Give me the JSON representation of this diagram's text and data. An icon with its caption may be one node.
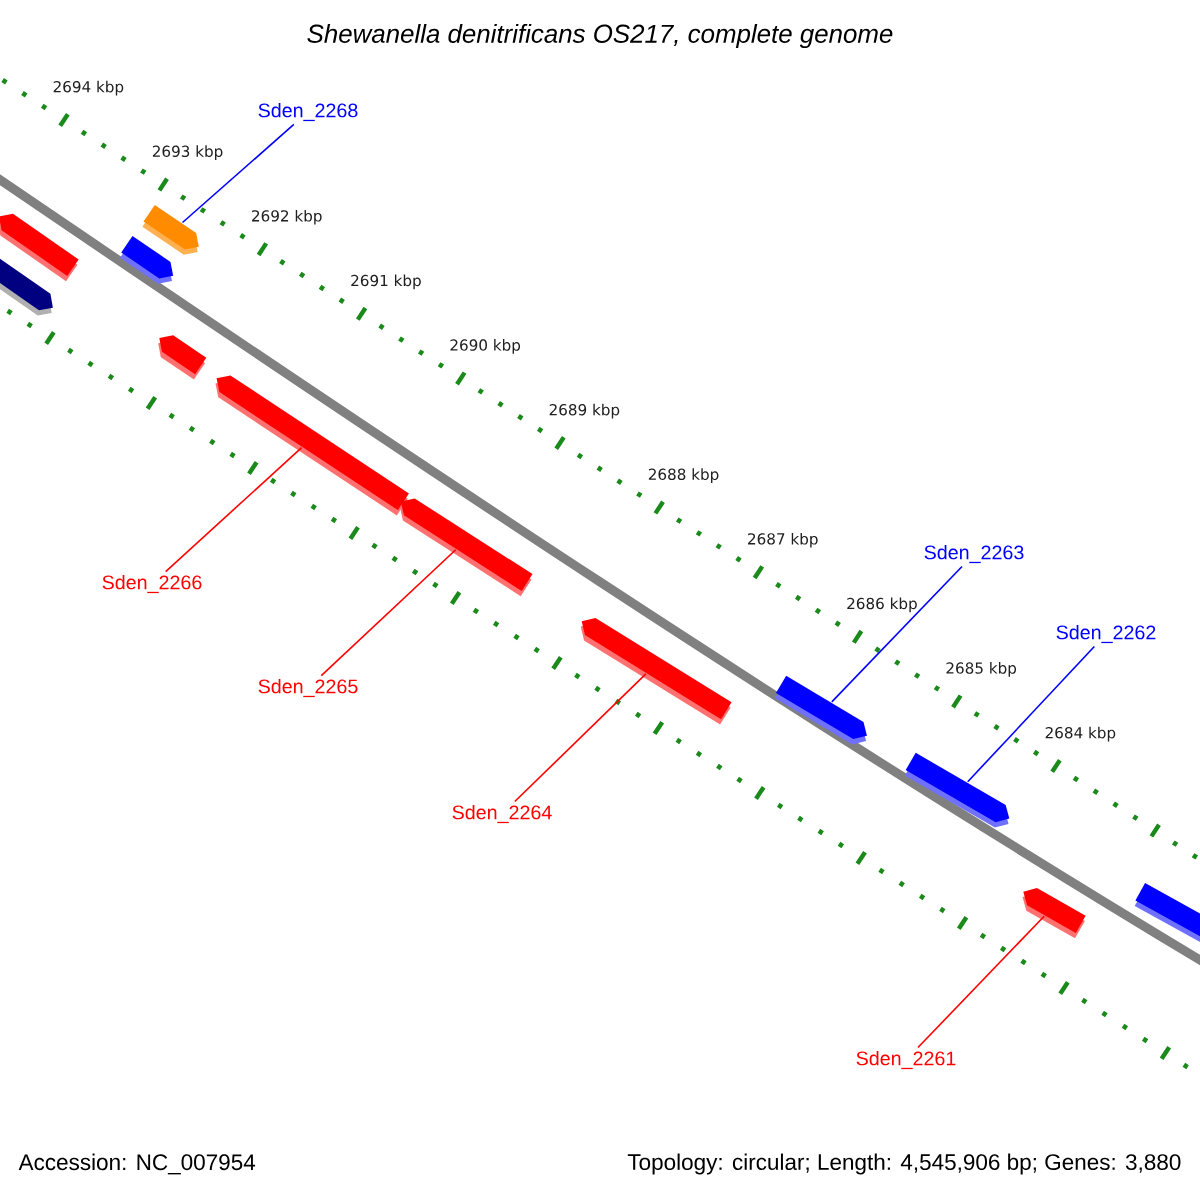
{
  "diagram": {
    "title": "Shewanella denitrificans OS217, complete genome",
    "nodes": [
      {
        "text": [
          "Sden_2268"
        ]
      },
      {
        "text": [
          "Sden_2266"
        ]
      },
      {
        "text": [
          "Sden_2265"
        ]
      },
      {
        "text": [
          "Sden_2264"
        ]
      },
      {
        "text": [
          "Sden_2263"
        ]
      },
      {
        "text": [
          "Sden_2262"
        ]
      },
      {
        "text": [
          "Sden_2261"
        ]
      },
      {
        "text": [],
        "shape": "bar"
      },
      {
        "text": [],
        "shape": "bar"
      },
      {
        "text": [],
        "shape": "bar"
      },
      {
        "text": [],
        "shape": "bar"
      },
      {
        "text": [],
        "shape": "bar"
      },
      {
        "text": [],
        "shape": "bar"
      },
      {
        "text": [],
        "shape": "bar"
      },
      {
        "text": [],
        "shape": "bar"
      },
      {
        "text": [],
        "shape": "bar"
      },
      {
        "text": [],
        "shape": "bar"
      },
      {
        "text": [],
        "shape": "bar"
      },
      {
        "text": [],
        "shape": "bar"
      }
    ],
    "edges": [
      {
        "from": 0,
        "to": 10,
        "arrow": "none",
        "color": "#0000ff"
      },
      {
        "from": 1,
        "to": 12,
        "arrow": "none",
        "color": "#ff0000"
      },
      {
        "from": 2,
        "to": 13,
        "arrow": "none",
        "color": "#ff0000"
      },
      {
        "from": 3,
        "to": 14,
        "arrow": "none",
        "color": "#ff0000"
      },
      {
        "from": 4,
        "to": 15,
        "arrow": "none",
        "color": "#0000ff"
      },
      {
        "from": 5,
        "to": 16,
        "arrow": "none",
        "color": "#0000ff"
      },
      {
        "from": 6,
        "to": 17,
        "arrow": "none",
        "color": "#ff0000"
      }
    ],
    "labels": [
      "2694 kbp",
      "2693 kbp",
      "2692 kbp",
      "2691 kbp",
      "2690 kbp",
      "2689 kbp",
      "2688 kbp",
      "2687 kbp",
      "2686 kbp",
      "2685 kbp",
      "2684 kbp",
      "Accession: NC_007954",
      "Topology: circular; Length: 4,545,906 bp; Genes: 3,880"
    ]
  }
}
